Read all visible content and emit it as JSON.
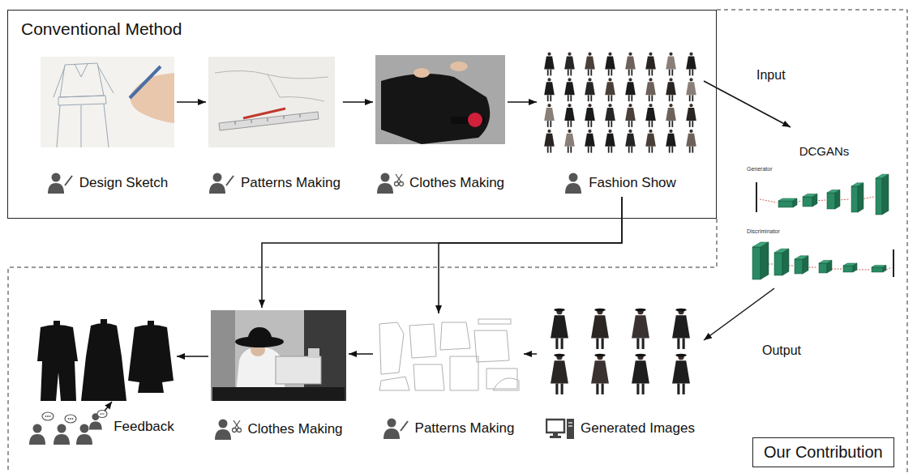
{
  "diagram": {
    "nodes": [
      {
        "text": [
          "Conventional Method"
        ]
      },
      {
        "text": [
          "Design Sketch"
        ],
        "in": 0
      },
      {
        "text": [
          "Patterns Making"
        ],
        "in": 0
      },
      {
        "text": [
          "Clothes Making"
        ],
        "in": 0
      },
      {
        "text": [
          "Fashion Show"
        ],
        "in": 0
      },
      {
        "text": [
          "DCGANs"
        ]
      },
      {
        "text": [
          "Generated Images"
        ]
      },
      {
        "text": [
          "Patterns Making"
        ]
      },
      {
        "text": [
          "Clothes Making"
        ]
      },
      {
        "text": [
          "Feedback"
        ]
      },
      {
        "text": [
          "Our Contribution"
        ]
      }
    ],
    "edges": [
      {
        "from": 1,
        "to": 2,
        "arrow": "to"
      },
      {
        "from": 2,
        "to": 3,
        "arrow": "to"
      },
      {
        "from": 3,
        "to": 4,
        "arrow": "to"
      },
      {
        "from": 4,
        "to": 5,
        "arrow": "to",
        "label": "Input"
      },
      {
        "from": 5,
        "to": 6,
        "arrow": "to",
        "label": "Output"
      },
      {
        "from": 6,
        "to": 7,
        "arrow": "to"
      },
      {
        "from": 7,
        "to": 8,
        "arrow": "to"
      },
      {
        "from": 8,
        "to": 9,
        "arrow": "to"
      },
      {
        "from": 4,
        "to": 8,
        "arrow": "to"
      },
      {
        "from": 4,
        "to": 7,
        "arrow": "to"
      }
    ],
    "labels": [
      "Generator",
      "Discriminator"
    ]
  }
}
